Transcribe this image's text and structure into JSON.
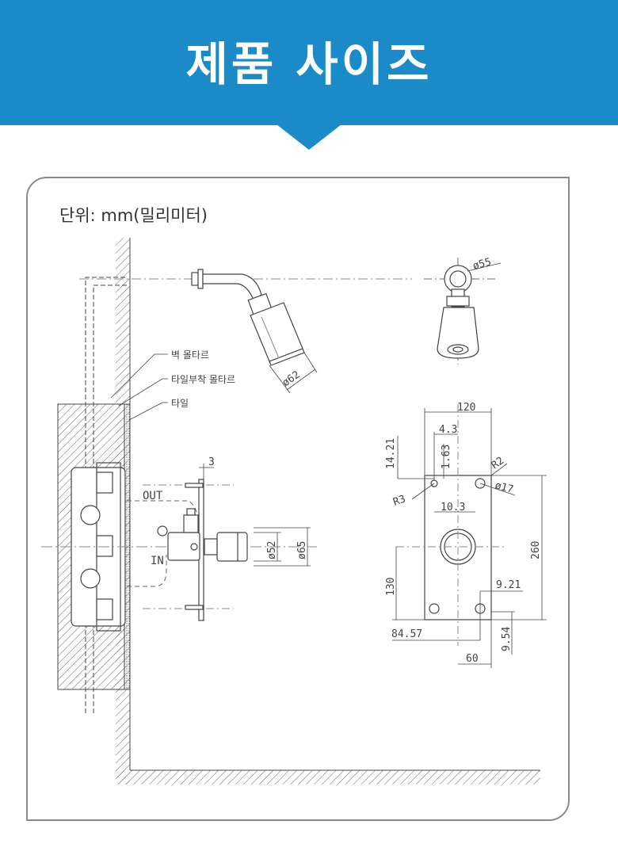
{
  "banner": {
    "title": "제품 사이즈"
  },
  "unit_label": "단위: mm(밀리미터)",
  "callouts": {
    "wall_mortar": "벽 몰타르",
    "tile_mortar": "타일부착 몰타르",
    "tile": "타일"
  },
  "flow": {
    "out": "OUT",
    "in": "IN"
  },
  "dims": {
    "side_gap": "3",
    "shower_head_dia": "ø62",
    "body_dia_small": "ø52",
    "body_dia_large": "ø65",
    "top_head_dia": "ø55",
    "plate_width": "120",
    "offset_4_3": "4.3",
    "offset_14_21": "14.21",
    "offset_1_63": "1.63",
    "radius_r2": "R2",
    "radius_r3": "R3",
    "hole_dia": "ø17",
    "offset_10_3": "10.3",
    "plate_height": "260",
    "lower_130": "130",
    "offset_9_21": "9.21",
    "offset_84_57": "84.57",
    "offset_9_54": "9.54",
    "bottom_60": "60"
  },
  "colors": {
    "banner": "#1a8bc8",
    "line": "#444444"
  }
}
